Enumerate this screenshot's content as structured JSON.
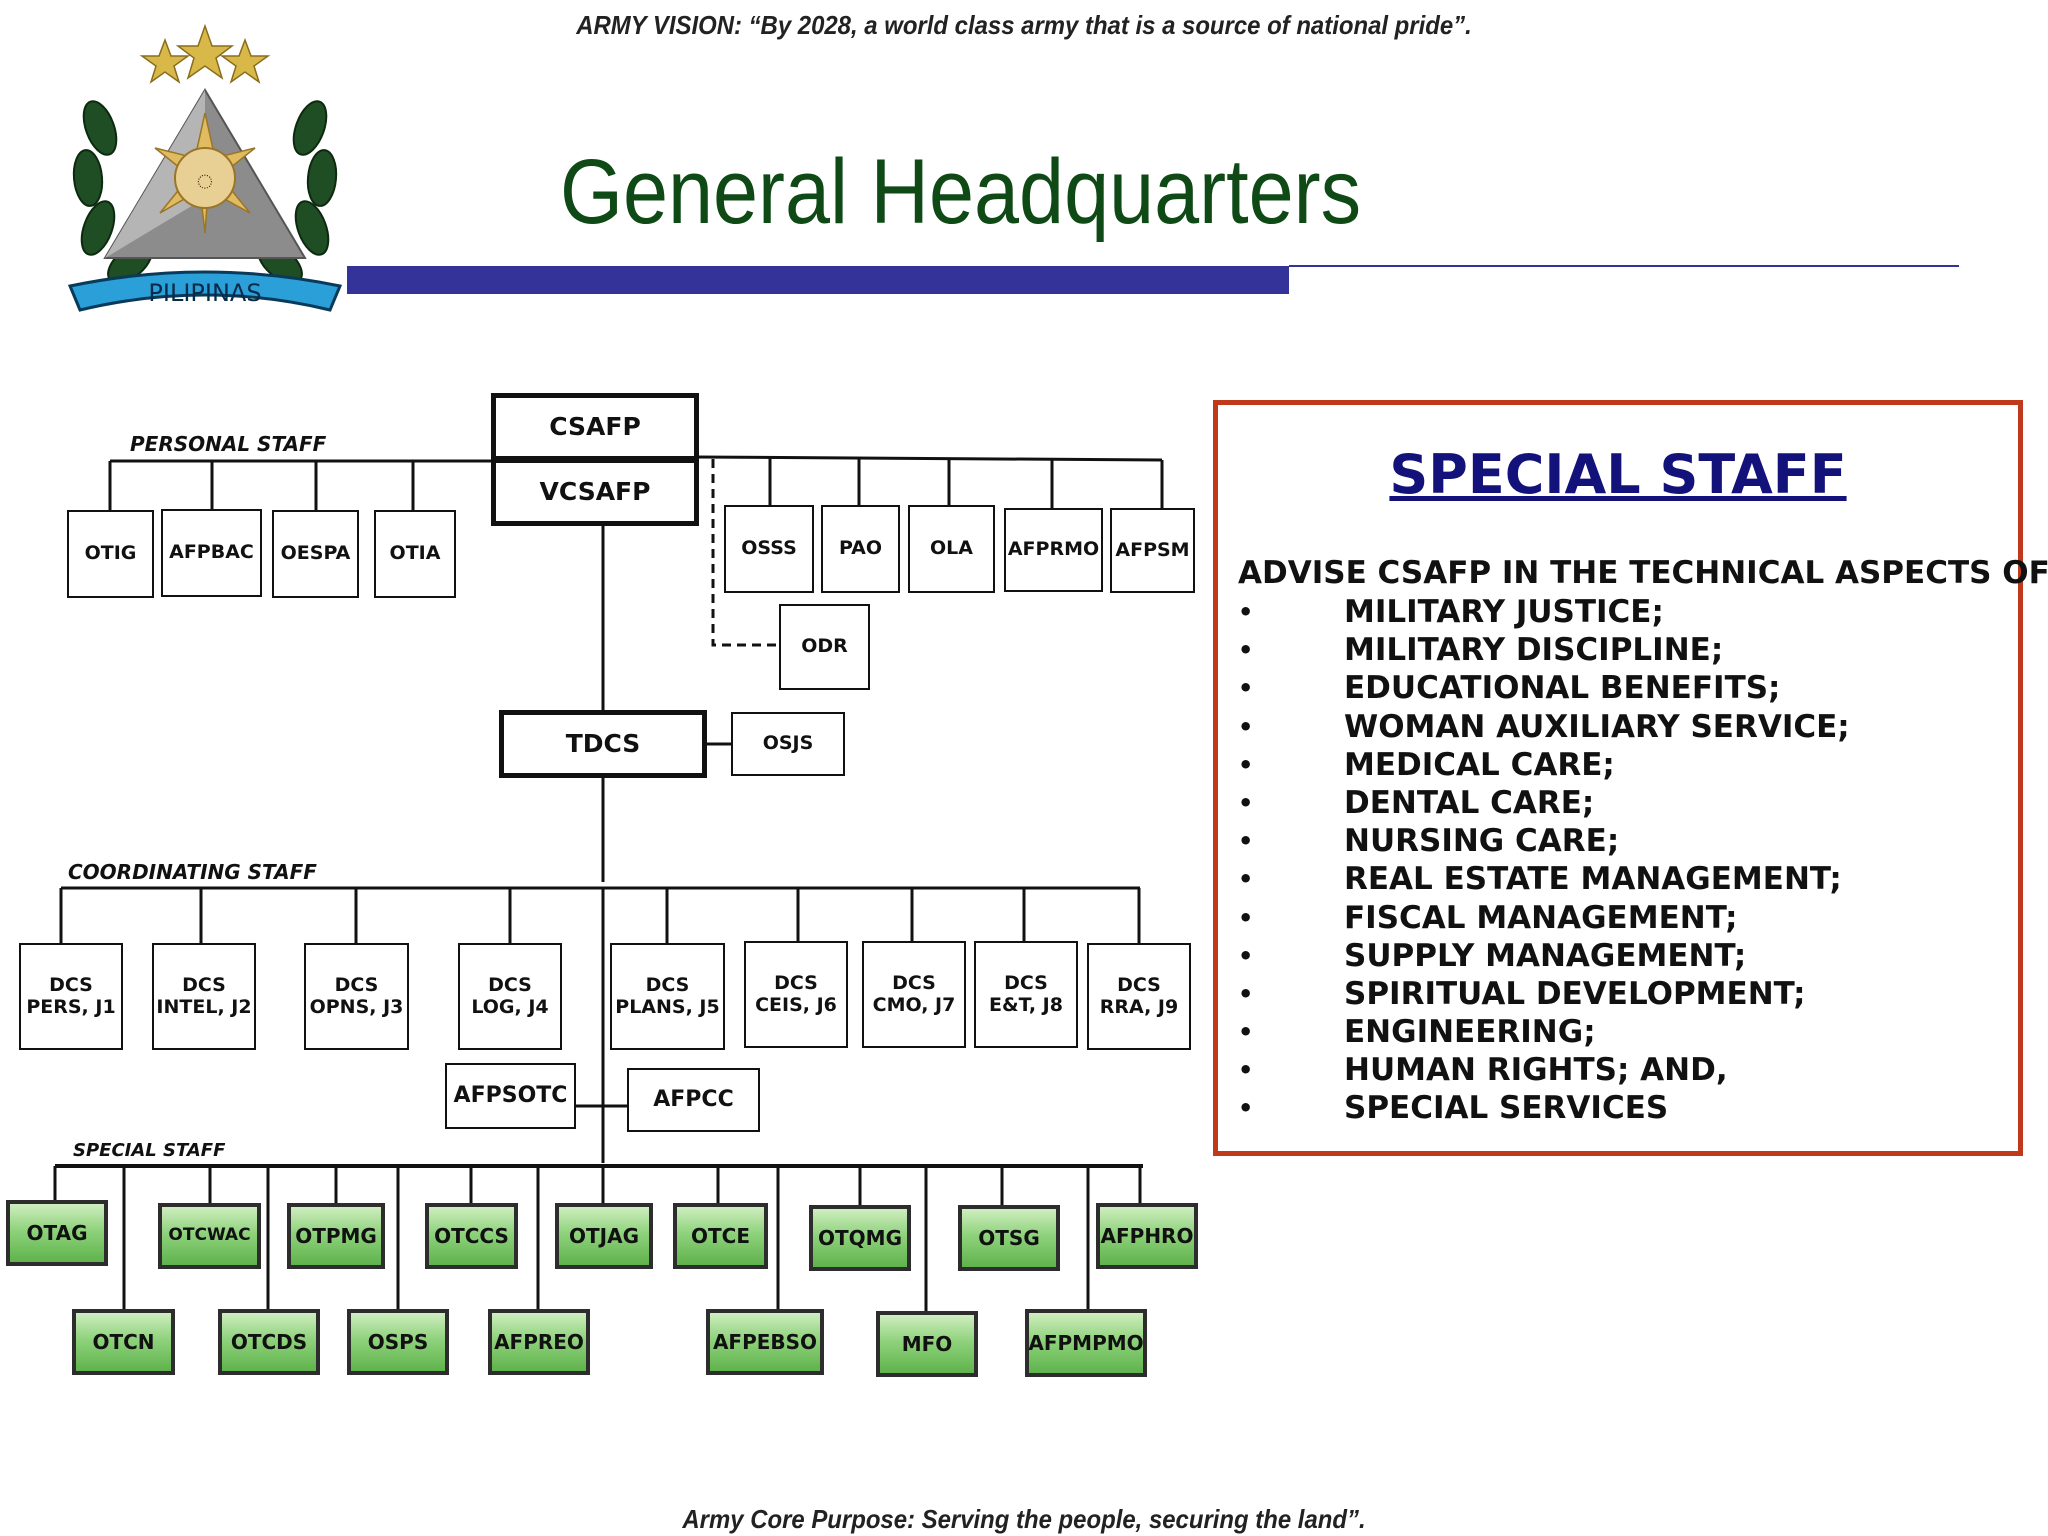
{
  "header": {
    "vision": "ARMY VISION:  “By 2028, a world class army that is a source of national pride”.",
    "title": "General Headquarters",
    "emblem_text": "PILIPINAS"
  },
  "footer": {
    "purpose": "Army Core Purpose:  Serving the people, securing the land”."
  },
  "colors": {
    "title_green": "#0f4a16",
    "rule_blue": "#333399",
    "panel_border": "#c0391b",
    "panel_title": "#13127a",
    "special_box_green": "#8fd27c"
  },
  "org_chart": {
    "top": {
      "csafp": "CSAFP",
      "vcsafp": "VCSAFP",
      "tdcs": "TDCS",
      "osjs": "OSJS"
    },
    "personal_staff": {
      "label": "PERSONAL STAFF",
      "units": [
        "OTIG",
        "AFPBAC",
        "OESPA",
        "OTIA"
      ]
    },
    "direct_staff": [
      "OSSS",
      "PAO",
      "OLA",
      "AFPRMO",
      "AFPSM"
    ],
    "odr": "ODR",
    "coordinating_staff": {
      "label": "COORDINATING STAFF",
      "units": [
        "DCS\nPERS, J1",
        "DCS\nINTEL, J2",
        "DCS\nOPNS, J3",
        "DCS\nLOG, J4",
        "DCS\nPLANS, J5",
        "DCS\nCEIS, J6",
        "DCS\nCMO, J7",
        "DCS\nE&T, J8",
        "DCS\nRRA, J9"
      ]
    },
    "afpsotc": "AFPSOTC",
    "afpcc": "AFPCC",
    "special_staff": {
      "label": "SPECIAL STAFF",
      "row1": [
        "OTAG",
        "OTCWAC",
        "OTPMG",
        "OTCCS",
        "OTJAG",
        "OTCE",
        "OTQMG",
        "OTSG",
        "AFPHRO"
      ],
      "row2": [
        "OTCN",
        "OTCDS",
        "OSPS",
        "AFPREO",
        "AFPEBSO",
        "MFO",
        "AFPMPMO"
      ]
    }
  },
  "special_staff_panel": {
    "title": "SPECIAL STAFF",
    "intro": "ADVISE CSAFP IN THE TECHNICAL ASPECTS OF:",
    "bullet": "•",
    "items": [
      "MILITARY JUSTICE;",
      "MILITARY DISCIPLINE;",
      "EDUCATIONAL BENEFITS;",
      "WOMAN AUXILIARY SERVICE;",
      "MEDICAL CARE;",
      "DENTAL CARE;",
      "NURSING CARE;",
      "REAL ESTATE MANAGEMENT;",
      "FISCAL MANAGEMENT;",
      "SUPPLY MANAGEMENT;",
      "SPIRITUAL DEVELOPMENT;",
      "ENGINEERING;",
      "HUMAN RIGHTS; AND,",
      "SPECIAL SERVICES"
    ]
  }
}
